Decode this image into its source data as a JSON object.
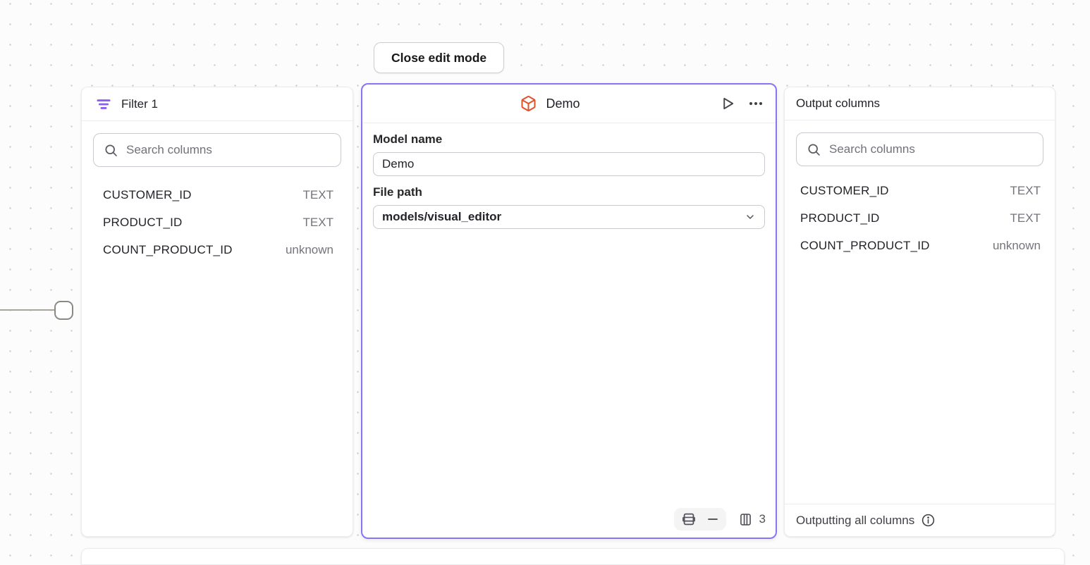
{
  "colors": {
    "accent_purple": "#8b74f2",
    "filter_icon_purple": "#8b5cf6",
    "model_icon_orange": "#e2502c"
  },
  "toolbar": {
    "close_edit_mode_label": "Close edit mode"
  },
  "filter_panel": {
    "title": "Filter 1",
    "search_placeholder": "Search columns",
    "columns": [
      {
        "name": "CUSTOMER_ID",
        "type": "TEXT"
      },
      {
        "name": "PRODUCT_ID",
        "type": "TEXT"
      },
      {
        "name": "COUNT_PRODUCT_ID",
        "type": "unknown"
      }
    ]
  },
  "model_panel": {
    "title": "Demo",
    "model_name_label": "Model name",
    "model_name_value": "Demo",
    "file_path_label": "File path",
    "file_path_value": "models/visual_editor",
    "footer": {
      "columns_count": "3"
    }
  },
  "output_panel": {
    "title": "Output columns",
    "search_placeholder": "Search columns",
    "columns": [
      {
        "name": "CUSTOMER_ID",
        "type": "TEXT"
      },
      {
        "name": "PRODUCT_ID",
        "type": "TEXT"
      },
      {
        "name": "COUNT_PRODUCT_ID",
        "type": "unknown"
      }
    ],
    "footer_text": "Outputting all columns"
  }
}
